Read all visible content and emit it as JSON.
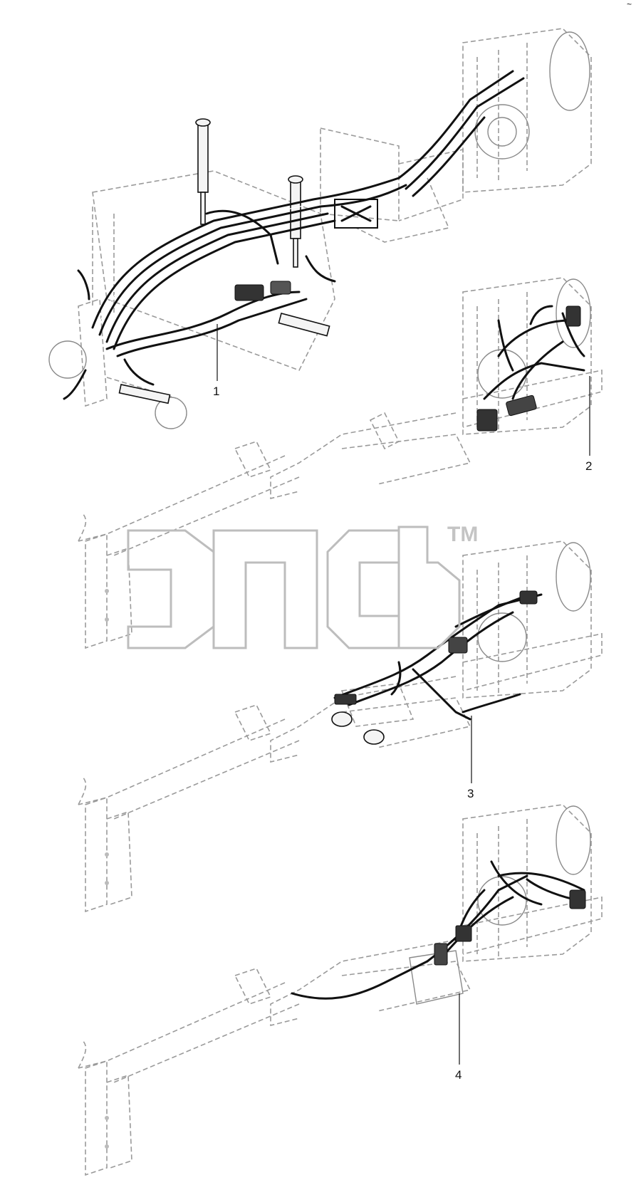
{
  "diagram": {
    "corner_mark": "~",
    "callouts": [
      {
        "id": "1",
        "label": "1"
      },
      {
        "id": "2",
        "label": "2"
      },
      {
        "id": "3",
        "label": "3"
      },
      {
        "id": "4",
        "label": "4"
      }
    ],
    "watermark": {
      "logo_text": "ЭПС",
      "trademark": "TM"
    }
  }
}
